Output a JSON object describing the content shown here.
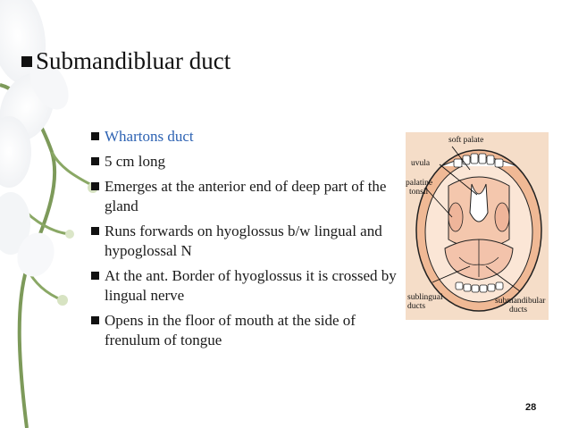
{
  "slide": {
    "title": "Submandibluar duct",
    "bullets": [
      "Whartons duct",
      "5 cm long",
      "Emerges at the anterior end of deep part of the gland",
      "Runs forwards on hyoglossus b/w lingual and hypoglossal N",
      "At the ant. Border of hyoglossus it is crossed by lingual nerve",
      "Opens in the floor of mouth at the side of frenulum of tongue"
    ],
    "page_number": "28"
  },
  "figure": {
    "labels": {
      "soft_palate": "soft palate",
      "uvula": "uvula",
      "palatine": "palatine",
      "tonsil": "tonsil",
      "sublingual": "sublingual",
      "sublingual_ducts": "ducts",
      "submandibular": "submandibular",
      "submandibular_ducts": "ducts"
    }
  },
  "colors": {
    "accent": "#2e63b3",
    "mouth_fill": "#f3c9a6",
    "background": "#ffffff"
  }
}
